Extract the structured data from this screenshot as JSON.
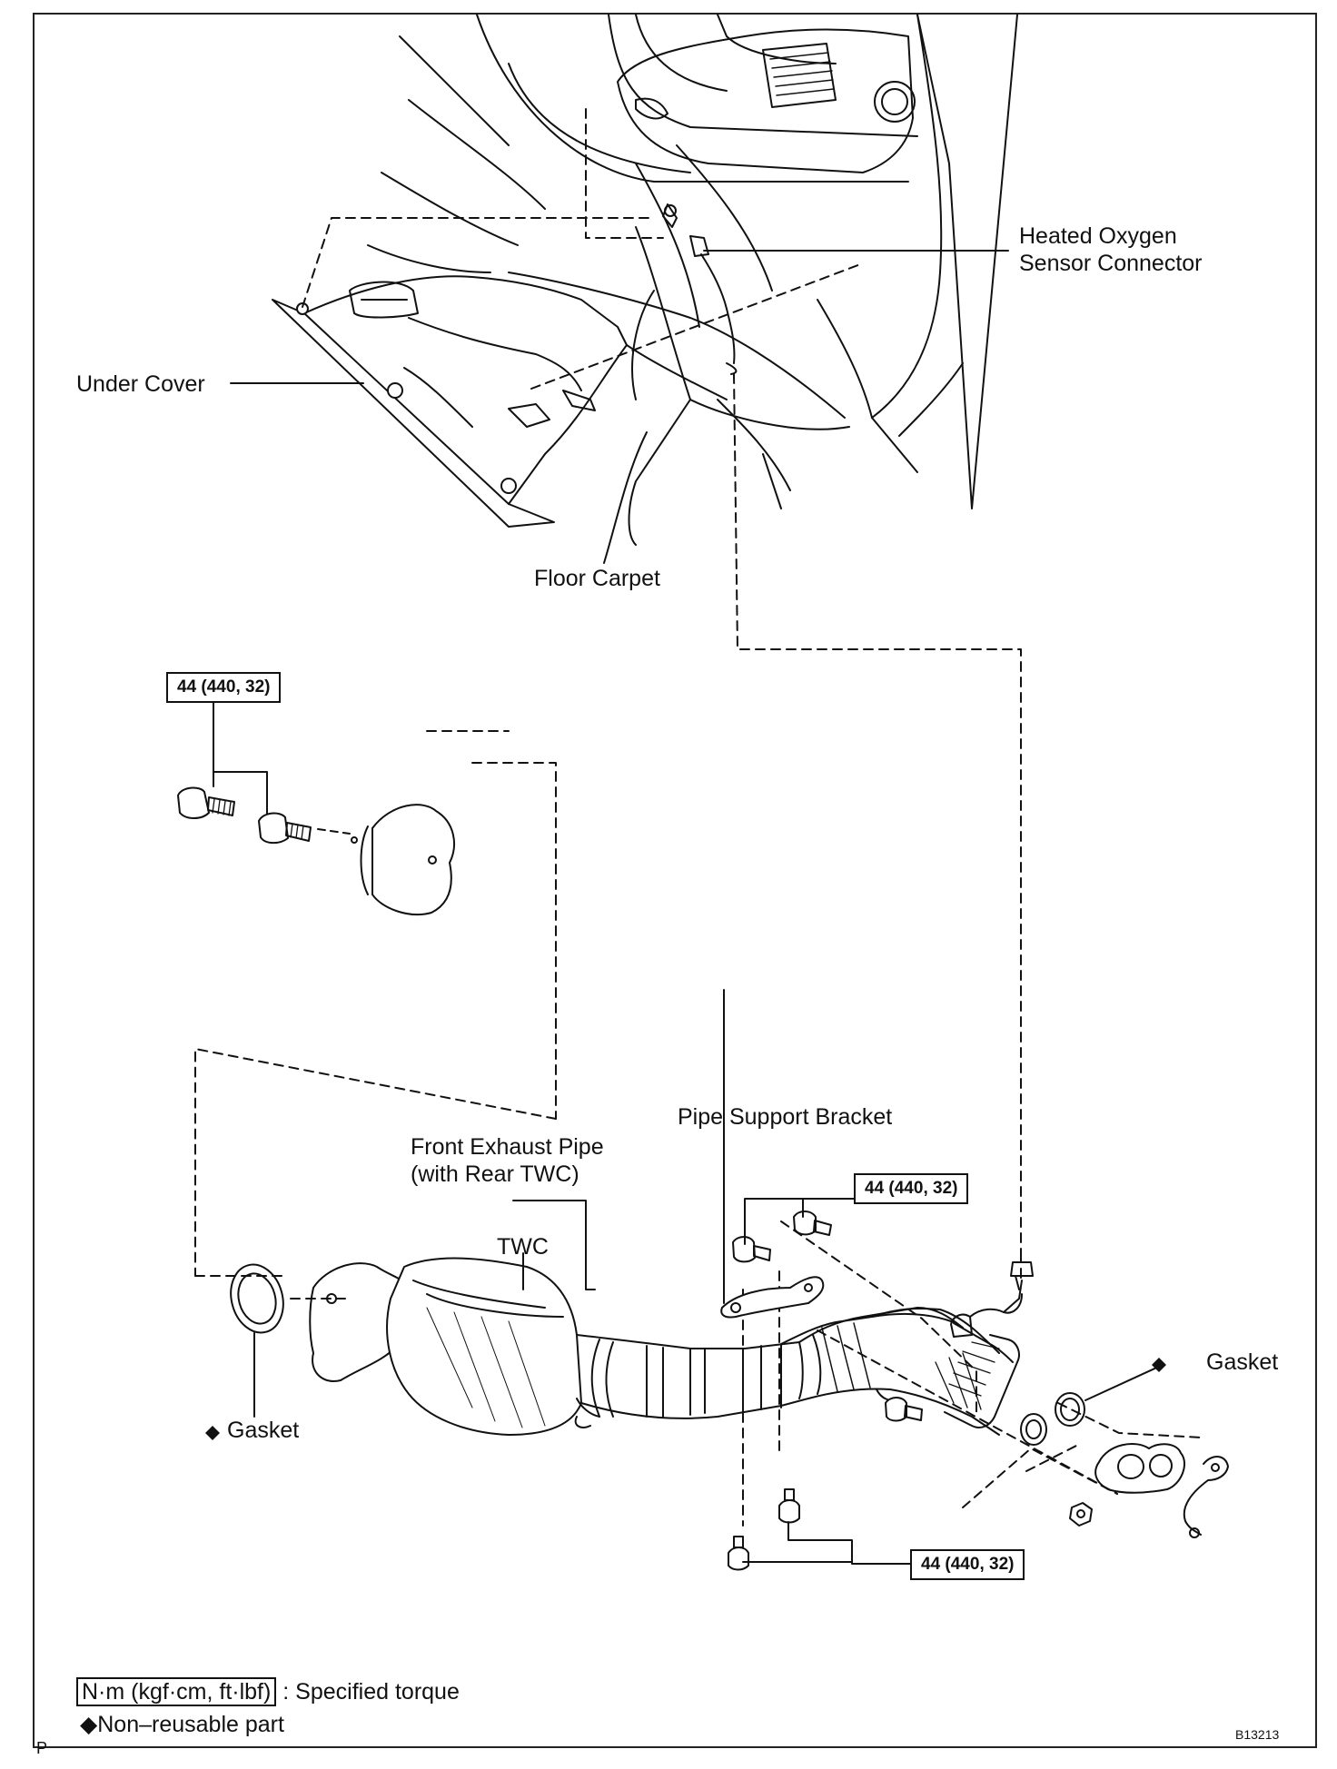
{
  "labels": {
    "heated_oxygen_sensor_connector_l1": "Heated Oxygen",
    "heated_oxygen_sensor_connector_l2": "Sensor Connector",
    "under_cover": "Under Cover",
    "floor_carpet": "Floor Carpet",
    "pipe_support_bracket": "Pipe Support Bracket",
    "front_exhaust_pipe_l1": "Front Exhaust Pipe",
    "front_exhaust_pipe_l2": "(with Rear TWC)",
    "twc": "TWC",
    "gasket_left": "Gasket",
    "gasket_right": "Gasket"
  },
  "torque_specs": {
    "upper_left": "44 (440, 32)",
    "right_upper": "44 (440, 32)",
    "right_lower": "44 (440, 32)"
  },
  "legend": {
    "torque_unit": "N·m (kgf·cm, ft·lbf)",
    "torque_text": ": Specified torque",
    "nonreusable": "Non–reusable part",
    "diamond_symbol": "◆"
  },
  "corner": {
    "page_letter": "P",
    "figure_code": "B13213"
  }
}
